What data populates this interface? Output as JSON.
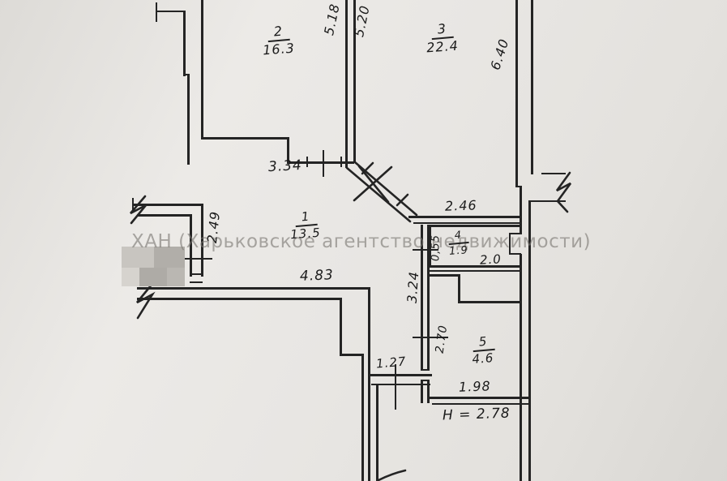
{
  "watermark": "ХАН (Харьковское агентство недвижимости)",
  "rooms": [
    {
      "number": "1",
      "area": "13.5"
    },
    {
      "number": "2",
      "area": "16.3"
    },
    {
      "number": "3",
      "area": "22.4"
    },
    {
      "number": "4",
      "area": "1.9"
    },
    {
      "number": "5",
      "area": "4.6"
    }
  ],
  "dimensions": {
    "wall_2_3_left": "5.18",
    "wall_2_3_right": "5.20",
    "right_wall": "6.40",
    "room1_top_wall": "3.34",
    "hall_top_wall": "2.46",
    "room1_left_wall": "2.49",
    "duct_width": "0,55",
    "room4_width": "2.0",
    "corridor_upper": "3.24",
    "corridor_lower": "2.70",
    "room1_bottom_wall": "4.83",
    "entry_passage": "1.27",
    "room5_width": "1.98",
    "ceiling_height": "H = 2.78"
  }
}
